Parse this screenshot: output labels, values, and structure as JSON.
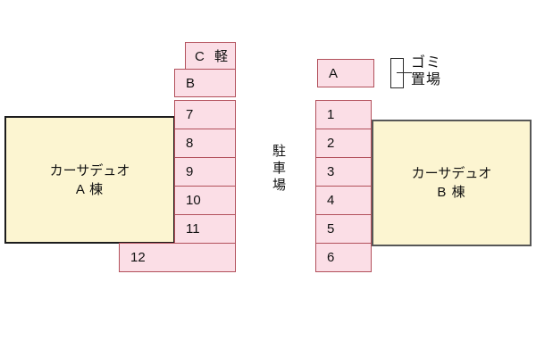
{
  "diagram": {
    "title_hint": "parking-lot-layout",
    "building_a": {
      "line1": "カーサデュオ",
      "line2": "A 棟"
    },
    "building_b": {
      "line1": "カーサデュオ",
      "line2": "B 棟"
    },
    "parking_label": "駐車場",
    "garbage": {
      "line1": "ゴミ",
      "line2": "置場"
    },
    "left_spots": {
      "c": "C 軽",
      "b": "B",
      "n7": "7",
      "n8": "8",
      "n9": "9",
      "n10": "10",
      "n11": "11",
      "n12": "12"
    },
    "right_spots": {
      "a": "A",
      "n1": "1",
      "n2": "2",
      "n3": "3",
      "n4": "4",
      "n5": "5",
      "n6": "6"
    },
    "colors": {
      "spot_fill": "#fbdee6",
      "spot_border": "#b2505b",
      "building_fill": "#fcf5d1",
      "building_a_border": "#1c1c1c",
      "building_b_border": "#575757",
      "background": "#ffffff"
    }
  }
}
